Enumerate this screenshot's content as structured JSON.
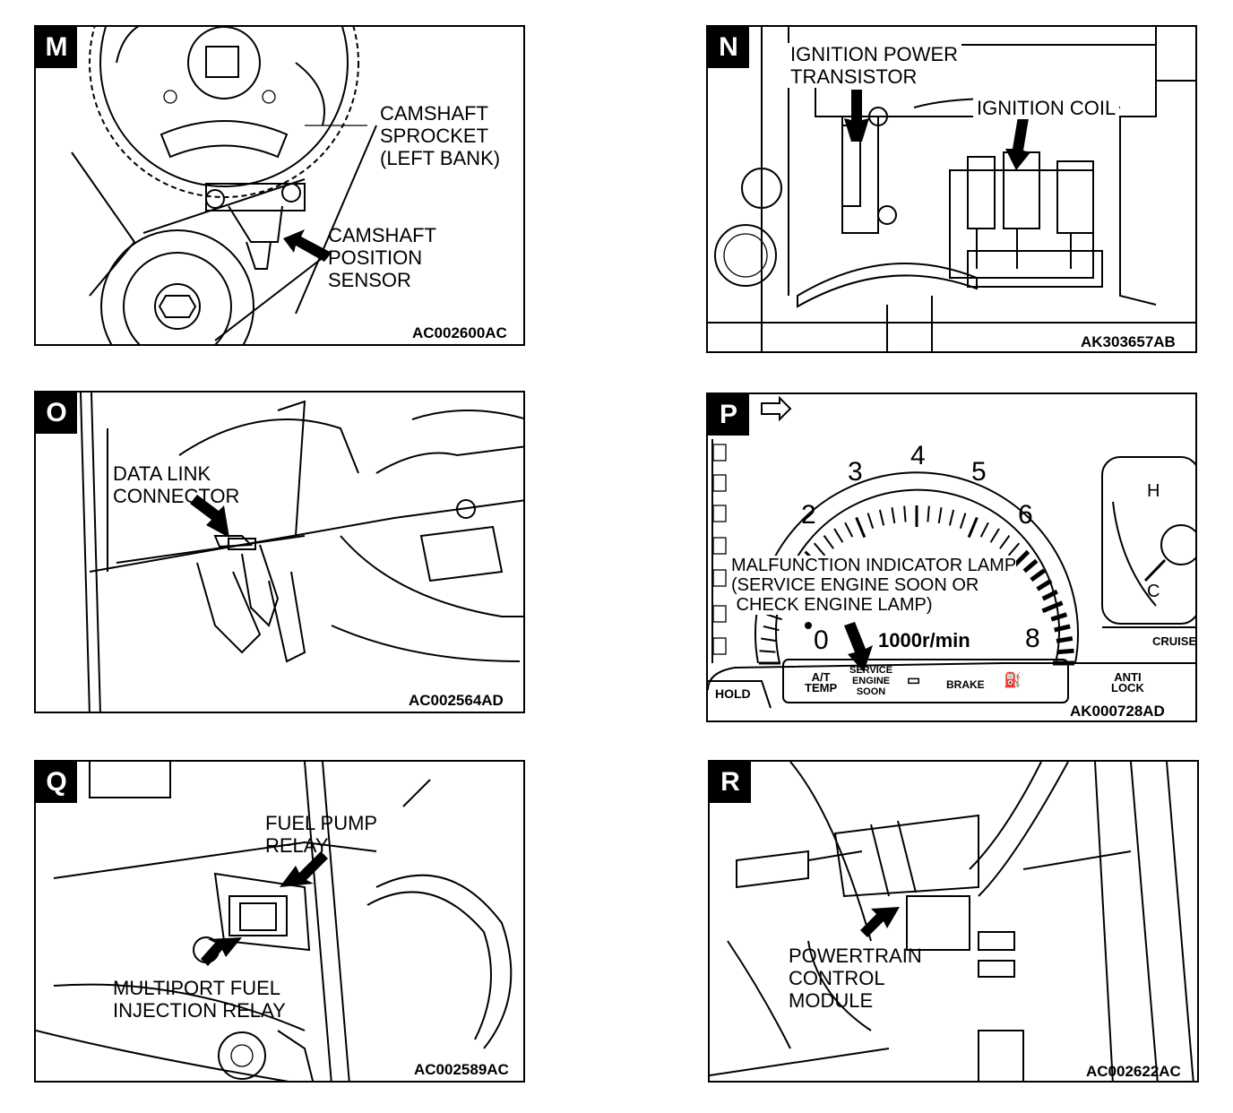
{
  "panels": {
    "m": {
      "letter": "M",
      "code": "AC002600AC",
      "labels": {
        "sprocket": "CAMSHAFT\nSPROCKET\n(LEFT BANK)",
        "sensor": "CAMSHAFT\nPOSITION\nSENSOR"
      }
    },
    "n": {
      "letter": "N",
      "code": "AK303657AB",
      "labels": {
        "transistor": "IGNITION POWER\nTRANSISTOR",
        "coil": "IGNITION COIL"
      }
    },
    "o": {
      "letter": "O",
      "code": "AC002564AD",
      "labels": {
        "dlc": "DATA LINK\nCONNECTOR"
      }
    },
    "p": {
      "letter": "P",
      "code": "AK000728AD",
      "labels": {
        "mil": "MALFUNCTION INDICATOR LAMP\n(SERVICE ENGINE SOON OR\n CHECK ENGINE LAMP)",
        "unit": "1000r/min",
        "at_temp": "A/T\nTEMP",
        "service": "SERVICE\nENGINE\nSOON",
        "brake": "BRAKE",
        "hold": "HOLD",
        "anti_lock": "ANTI\nLOCK",
        "cruise": "CRUISE",
        "h": "H",
        "c": "C"
      },
      "ticks": [
        "0",
        "2",
        "3",
        "4",
        "5",
        "6",
        "8"
      ]
    },
    "q": {
      "letter": "Q",
      "code": "AC002589AC",
      "labels": {
        "fuel_pump": "FUEL PUMP\nRELAY",
        "mfi": "MULTIPORT FUEL\nINJECTION RELAY"
      }
    },
    "r": {
      "letter": "R",
      "code": "AC002622AC",
      "labels": {
        "pcm": "POWERTRAIN\nCONTROL\nMODULE"
      }
    }
  }
}
